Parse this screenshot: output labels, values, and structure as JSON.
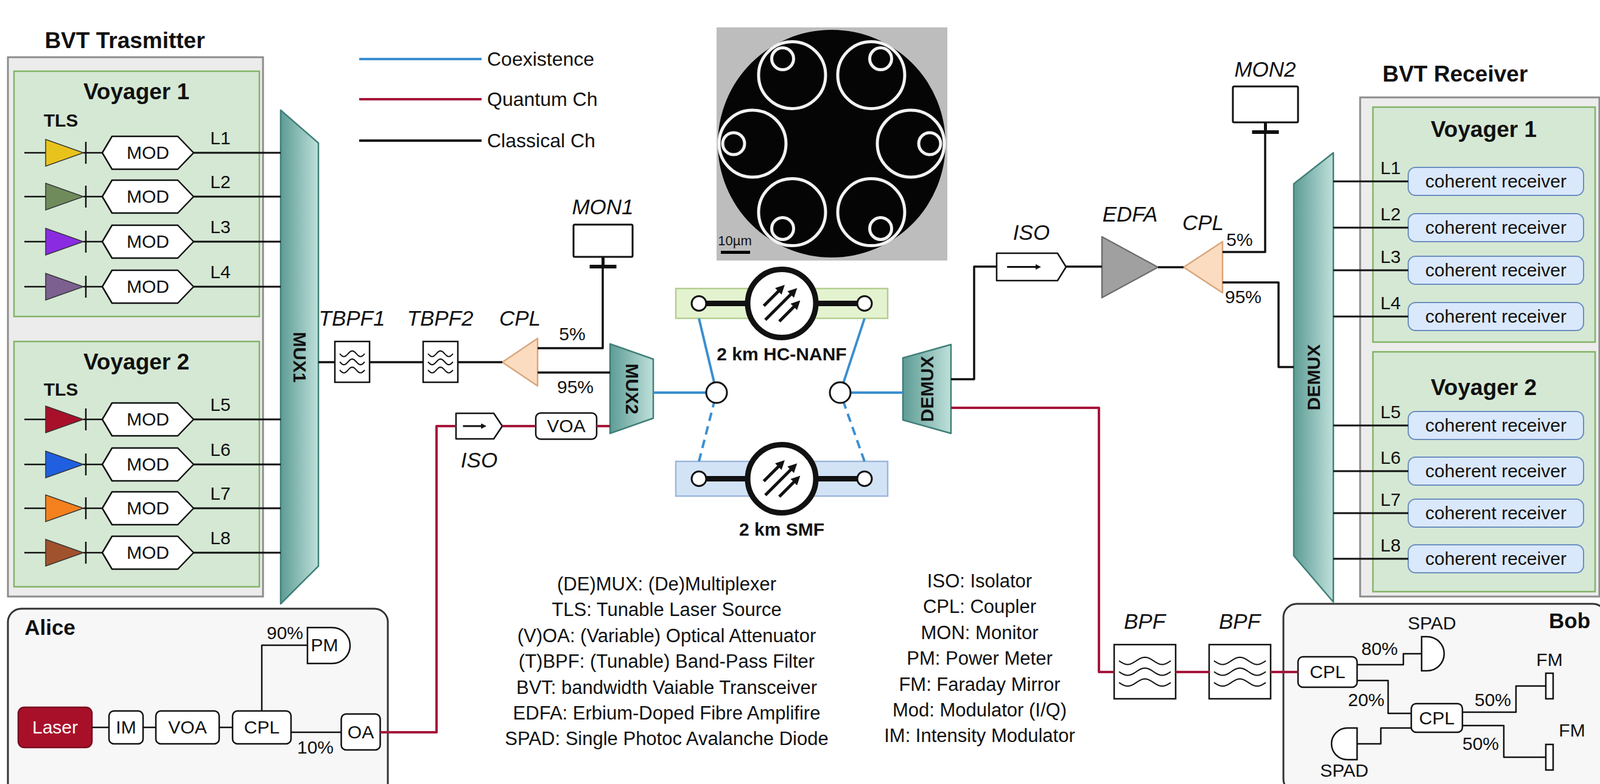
{
  "diagram": {
    "nodes": [
      {
        "text": [
          "BVT Trasmitter"
        ]
      },
      {
        "text": [
          "Voyager 1"
        ],
        "in": 0
      },
      {
        "text": [
          "MOD"
        ],
        "in": 1
      },
      {
        "text": [
          "MOD"
        ],
        "in": 1
      },
      {
        "text": [
          "MOD"
        ],
        "in": 1
      },
      {
        "text": [
          "MOD"
        ],
        "in": 1
      },
      {
        "text": [
          "Voyager 2"
        ],
        "in": 0
      },
      {
        "text": [
          "MOD"
        ],
        "in": 6
      },
      {
        "text": [
          "MOD"
        ],
        "in": 6
      },
      {
        "text": [
          "MOD"
        ],
        "in": 6
      },
      {
        "text": [
          "MOD"
        ],
        "in": 6
      },
      {
        "text": [
          "MUX1"
        ]
      },
      {
        "text": [
          "TBPF1"
        ]
      },
      {
        "text": [
          "TBPF2"
        ]
      },
      {
        "text": [
          "CPL"
        ]
      },
      {
        "text": [
          "MON1"
        ]
      },
      {
        "text": [
          "MUX2"
        ]
      },
      {
        "text": [
          "ISO"
        ]
      },
      {
        "text": [
          "VOA"
        ]
      },
      {
        "text": [
          "2 km HC-NANF"
        ]
      },
      {
        "text": [
          "2 km SMF"
        ]
      },
      {
        "text": [
          "DEMUX"
        ]
      },
      {
        "text": [
          "ISO"
        ]
      },
      {
        "text": [
          "EDFA"
        ]
      },
      {
        "text": [
          "CPL"
        ]
      },
      {
        "text": [
          "MON2"
        ]
      },
      {
        "text": [
          "DEMUX"
        ]
      },
      {
        "text": [
          "BVT Receiver"
        ]
      },
      {
        "text": [
          "Voyager 1"
        ],
        "in": 27
      },
      {
        "text": [
          "coherent receiver"
        ],
        "in": 28
      },
      {
        "text": [
          "coherent receiver"
        ],
        "in": 28
      },
      {
        "text": [
          "coherent receiver"
        ],
        "in": 28
      },
      {
        "text": [
          "coherent receiver"
        ],
        "in": 28
      },
      {
        "text": [
          "Voyager 2"
        ],
        "in": 27
      },
      {
        "text": [
          "coherent receiver"
        ],
        "in": 33
      },
      {
        "text": [
          "coherent receiver"
        ],
        "in": 33
      },
      {
        "text": [
          "coherent receiver"
        ],
        "in": 33
      },
      {
        "text": [
          "coherent receiver"
        ],
        "in": 33
      },
      {
        "text": [
          "Alice"
        ]
      },
      {
        "text": [
          "Laser"
        ],
        "in": 38
      },
      {
        "text": [
          "IM"
        ],
        "in": 38
      },
      {
        "text": [
          "VOA"
        ],
        "in": 38
      },
      {
        "text": [
          "CPL"
        ],
        "in": 38
      },
      {
        "text": [
          "PM"
        ],
        "in": 38
      },
      {
        "text": [
          "OA"
        ],
        "in": 38
      },
      {
        "text": [
          "BPF"
        ]
      },
      {
        "text": [
          "BPF"
        ]
      },
      {
        "text": [
          "Bob"
        ]
      },
      {
        "text": [
          "CPL"
        ],
        "in": 47
      },
      {
        "text": [
          "SPAD"
        ],
        "in": 47
      },
      {
        "text": [
          "CPL"
        ],
        "in": 47
      },
      {
        "text": [
          "FM"
        ],
        "in": 47
      },
      {
        "text": [
          "FM"
        ],
        "in": 47
      },
      {
        "text": [
          "SPAD"
        ],
        "in": 47
      }
    ],
    "edges": [
      {
        "from": 2,
        "to": 11,
        "arrow": "none",
        "label": "L1"
      },
      {
        "from": 3,
        "to": 11,
        "arrow": "none",
        "label": "L2"
      },
      {
        "from": 4,
        "to": 11,
        "arrow": "none",
        "label": "L3"
      },
      {
        "from": 5,
        "to": 11,
        "arrow": "none",
        "label": "L4"
      },
      {
        "from": 7,
        "to": 11,
        "arrow": "none",
        "label": "L5"
      },
      {
        "from": 8,
        "to": 11,
        "arrow": "none",
        "label": "L6"
      },
      {
        "from": 9,
        "to": 11,
        "arrow": "none",
        "label": "L7"
      },
      {
        "from": 10,
        "to": 11,
        "arrow": "none",
        "label": "L8"
      },
      {
        "from": 11,
        "to": 12,
        "arrow": "none"
      },
      {
        "from": 12,
        "to": 13,
        "arrow": "none"
      },
      {
        "from": 13,
        "to": 14,
        "arrow": "none"
      },
      {
        "from": 14,
        "to": 15,
        "arrow": "none",
        "label": "5%"
      },
      {
        "from": 14,
        "to": 16,
        "arrow": "none",
        "label": "95%"
      },
      {
        "from": 44,
        "to": 17,
        "arrow": "none"
      },
      {
        "from": 17,
        "to": 18,
        "arrow": "none"
      },
      {
        "from": 18,
        "to": 16,
        "arrow": "none"
      },
      {
        "from": 16,
        "to": 19,
        "arrow": "none"
      },
      {
        "from": 16,
        "to": 20,
        "arrow": "none"
      },
      {
        "from": 19,
        "to": 21,
        "arrow": "none"
      },
      {
        "from": 20,
        "to": 21,
        "arrow": "none"
      },
      {
        "from": 21,
        "to": 22,
        "arrow": "none"
      },
      {
        "from": 22,
        "to": 23,
        "arrow": "none"
      },
      {
        "from": 23,
        "to": 24,
        "arrow": "none"
      },
      {
        "from": 24,
        "to": 25,
        "arrow": "none",
        "label": "5%"
      },
      {
        "from": 24,
        "to": 26,
        "arrow": "none",
        "label": "95%"
      },
      {
        "from": 26,
        "to": 29,
        "arrow": "none",
        "label": "L1"
      },
      {
        "from": 26,
        "to": 30,
        "arrow": "none",
        "label": "L2"
      },
      {
        "from": 26,
        "to": 31,
        "arrow": "none",
        "label": "L3"
      },
      {
        "from": 26,
        "to": 32,
        "arrow": "none",
        "label": "L4"
      },
      {
        "from": 26,
        "to": 34,
        "arrow": "none",
        "label": "L5"
      },
      {
        "from": 26,
        "to": 35,
        "arrow": "none",
        "label": "L6"
      },
      {
        "from": 26,
        "to": 36,
        "arrow": "none",
        "label": "L7"
      },
      {
        "from": 26,
        "to": 37,
        "arrow": "none",
        "label": "L8"
      },
      {
        "from": 21,
        "to": 45,
        "arrow": "none"
      },
      {
        "from": 45,
        "to": 46,
        "arrow": "none"
      },
      {
        "from": 46,
        "to": 48,
        "arrow": "none"
      },
      {
        "from": 48,
        "to": 49,
        "arrow": "none",
        "label": "80%"
      },
      {
        "from": 48,
        "to": 50,
        "arrow": "none",
        "label": "20%"
      },
      {
        "from": 50,
        "to": 51,
        "arrow": "none",
        "label": "50%"
      },
      {
        "from": 50,
        "to": 52,
        "arrow": "none",
        "label": "50%"
      },
      {
        "from": 50,
        "to": 53,
        "arrow": "none"
      },
      {
        "from": 39,
        "to": 40,
        "arrow": "none"
      },
      {
        "from": 40,
        "to": 41,
        "arrow": "none"
      },
      {
        "from": 41,
        "to": 42,
        "arrow": "none"
      },
      {
        "from": 42,
        "to": 43,
        "arrow": "none",
        "label": "90%"
      },
      {
        "from": 42,
        "to": 44,
        "arrow": "none",
        "label": "10%"
      }
    ],
    "labels": [
      "TLS",
      "TLS",
      "10µm",
      "(DE)MUX: (De)Multiplexer",
      "TLS: Tunable Laser Source",
      "(V)OA: (Variable) Optical Attenuator",
      "(T)BPF: (Tunable) Band-Pass Filter",
      "BVT: bandwidth Vaiable Transceiver",
      "EDFA: Erbium-Doped Fibre Amplifire",
      "SPAD: Single Photoc Avalanche Diode",
      "ISO: Isolator",
      "CPL: Coupler",
      "MON: Monitor",
      "PM: Power Meter",
      "FM: Faraday Mirror",
      "Mod: Modulator (I/Q)",
      "IM: Intensity Modulator"
    ],
    "legend": [
      {
        "text": "Coexistence"
      },
      {
        "text": "Quantum Ch"
      },
      {
        "text": "Classical Ch"
      }
    ]
  }
}
